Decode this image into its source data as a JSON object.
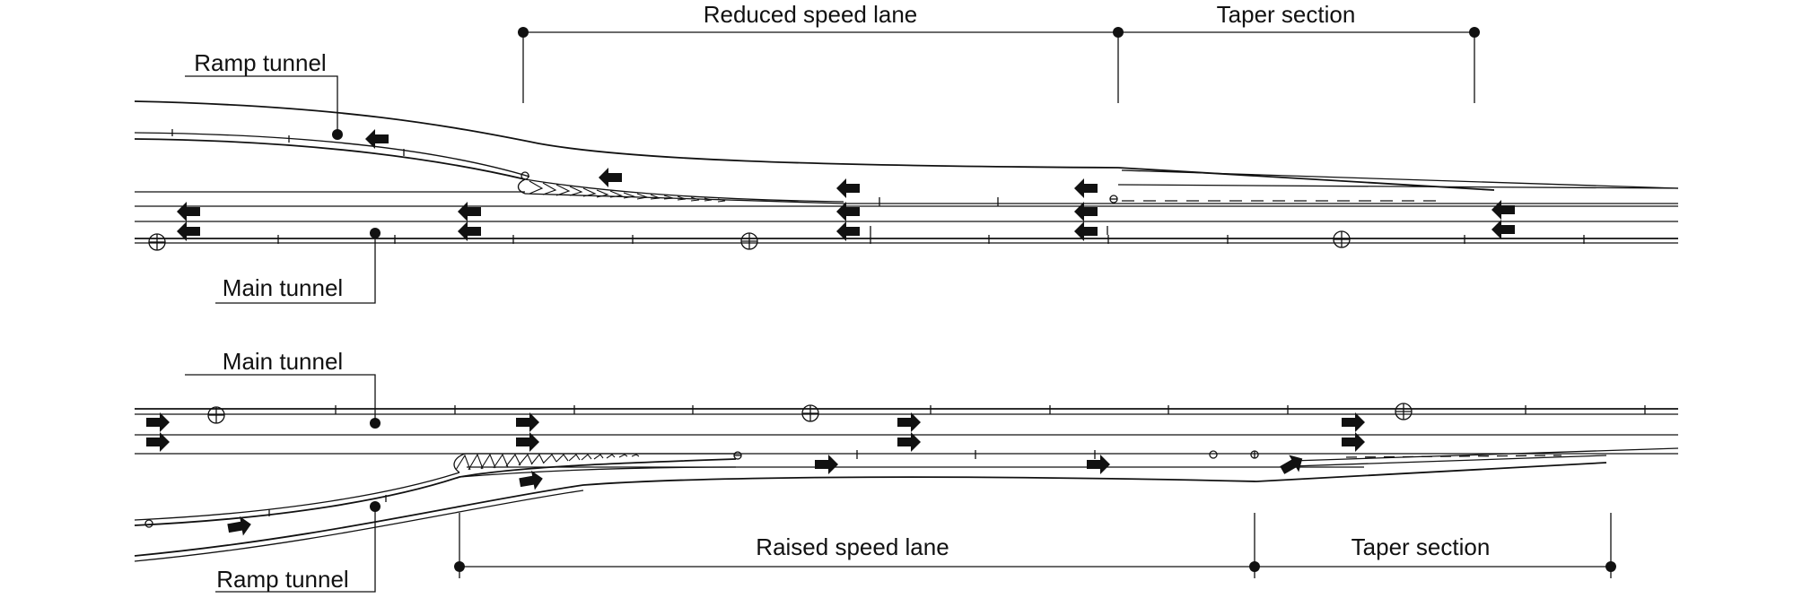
{
  "top": {
    "dimension_left": "Reduced speed lane",
    "dimension_right": "Taper section",
    "ramp_label": "Ramp tunnel",
    "main_label": "Main tunnel"
  },
  "bottom": {
    "dimension_left": "Raised speed lane",
    "dimension_right": "Taper section",
    "ramp_label": "Ramp tunnel",
    "main_label": "Main tunnel"
  },
  "colors": {
    "line": "#111111",
    "background": "#ffffff"
  }
}
